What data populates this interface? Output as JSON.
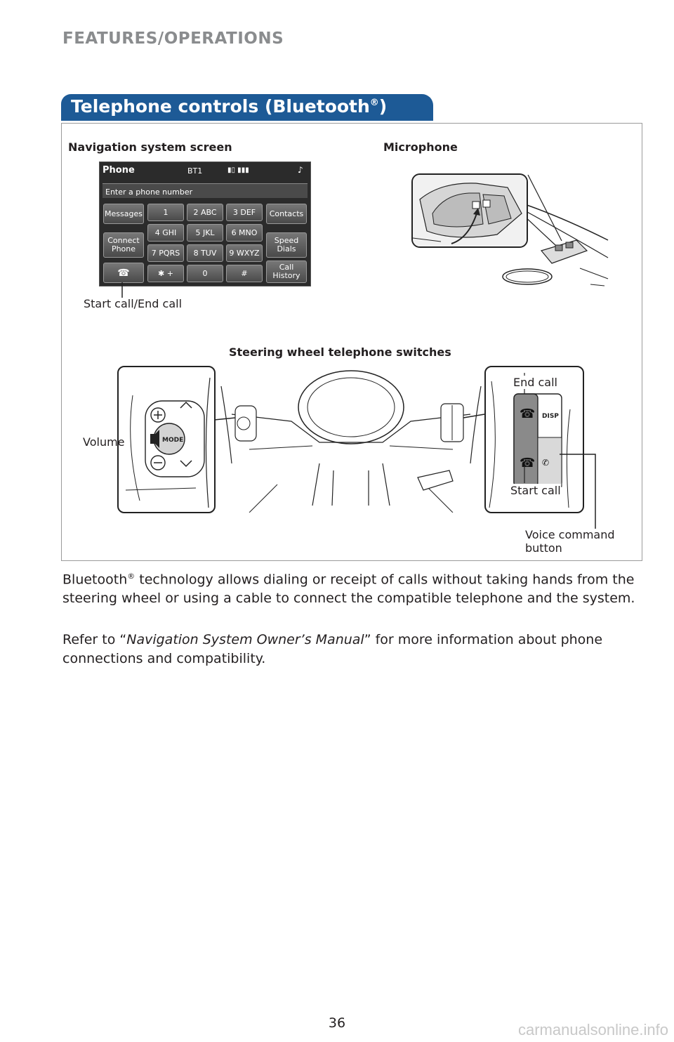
{
  "header": {
    "section": "FEATURES/OPERATIONS"
  },
  "title": {
    "text": "Telephone controls (Bluetooth",
    "reg": "®",
    "close": ")"
  },
  "figure": {
    "nav_caption": "Navigation system screen",
    "mic_caption": "Microphone",
    "steering_caption": "Steering wheel telephone switches",
    "nav_screen": {
      "title": "Phone",
      "bt": "BT1",
      "input_placeholder": "Enter a phone number",
      "left_buttons": [
        "Messages",
        "Connect\nPhone"
      ],
      "right_buttons": [
        "Contacts",
        "Speed\nDials",
        "Call\nHistory"
      ],
      "keys": [
        [
          "1",
          "2 ABC",
          "3 DEF"
        ],
        [
          "4 GHI",
          "5 JKL",
          "6 MNO"
        ],
        [
          "7 PQRS",
          "8 TUV",
          "9 WXYZ"
        ],
        [
          "✱ +",
          "0",
          "#"
        ]
      ]
    },
    "labels": {
      "start_end_call": "Start call/End call",
      "volume": "Volume",
      "end_call": "End call",
      "start_call": "Start call",
      "voice_command_line1": "Voice command",
      "voice_command_line2": "button",
      "mode": "MODE",
      "disp": "DISP"
    }
  },
  "body": {
    "p1_start": "Bluetooth",
    "p1_reg": "®",
    "p1_rest": " technology allows dialing or receipt of calls without taking hands from the steering wheel or using a cable to connect the compatible telephone and the system.",
    "p2_start": "Refer to “",
    "p2_italic": "Navigation System Owner’s Manual",
    "p2_end": "” for more information about phone connections and compatibility."
  },
  "footer": {
    "page_number": "36",
    "watermark": "carmanualsonline.info"
  }
}
